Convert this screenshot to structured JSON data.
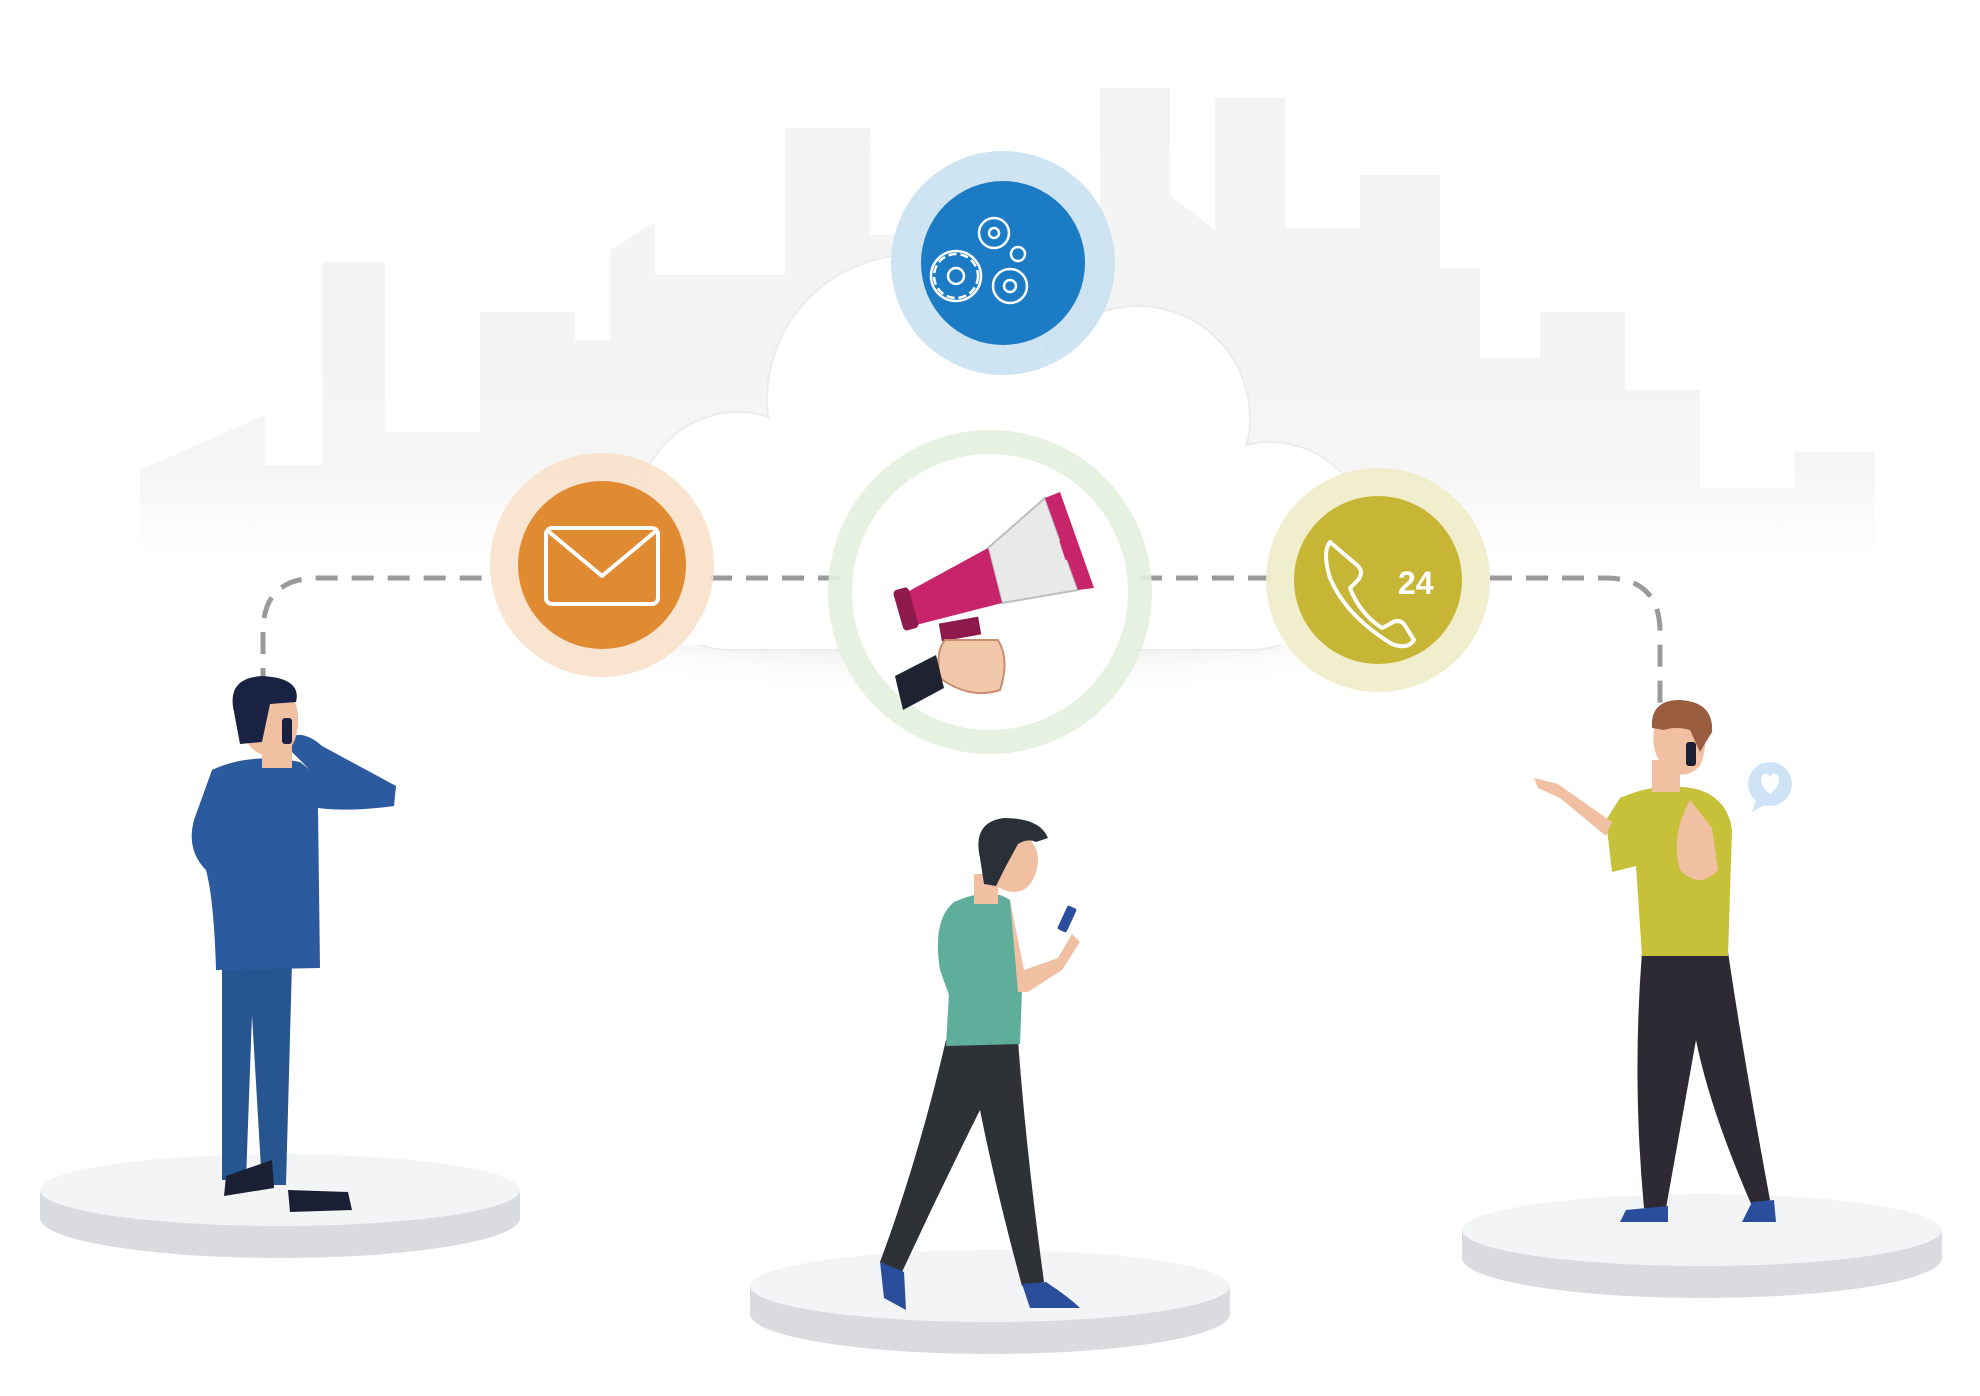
{
  "scene": {
    "theme": "cloud-communication",
    "background_color": "#ffffff",
    "skyline_color": "#f2f2f2",
    "dash_color": "#9a9a9a"
  },
  "icons": {
    "gears": {
      "icon": "gears-icon",
      "color": "#1b7bc4",
      "halo": "#c6dff1"
    },
    "email": {
      "icon": "envelope-icon",
      "color": "#e08a31",
      "halo": "#f8e1cb"
    },
    "megaphone": {
      "icon": "megaphone-icon",
      "ring": "#e3efdf",
      "accent": "#c8246c"
    },
    "phone": {
      "icon": "phone-icon",
      "label": "24",
      "color": "#c7b535",
      "halo": "#f0ecc8"
    }
  },
  "people": [
    {
      "role": "businessman-on-phone",
      "suit": "#2c5a9f"
    },
    {
      "role": "walker-with-phone",
      "shirt": "#5fae9b",
      "pants": "#2e3136"
    },
    {
      "role": "man-pointing-on-phone",
      "shirt": "#c7c039",
      "pants": "#2e2a33"
    }
  ],
  "speech_bubble": {
    "icon": "heart-icon",
    "color": "#cfe3f7"
  }
}
